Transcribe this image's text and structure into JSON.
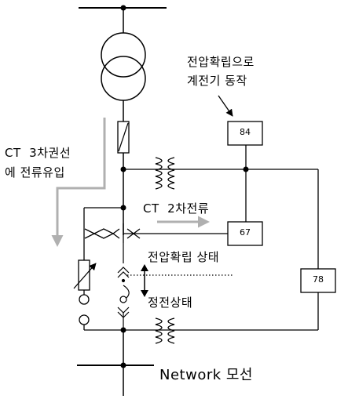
{
  "annotations": {
    "relay84_note_line1": "전압확립으로",
    "relay84_note_line2": "계전기 동작",
    "ct3_line1": "CT  3차권선",
    "ct3_line2": "에 전류유입",
    "ct2": "CT  2차전류",
    "voltage_state": "전압확립 상태",
    "outage_state": "정전상태",
    "network_bus": "Network 모선"
  },
  "relays": {
    "r84": "84",
    "r67": "67",
    "r78": "78"
  }
}
